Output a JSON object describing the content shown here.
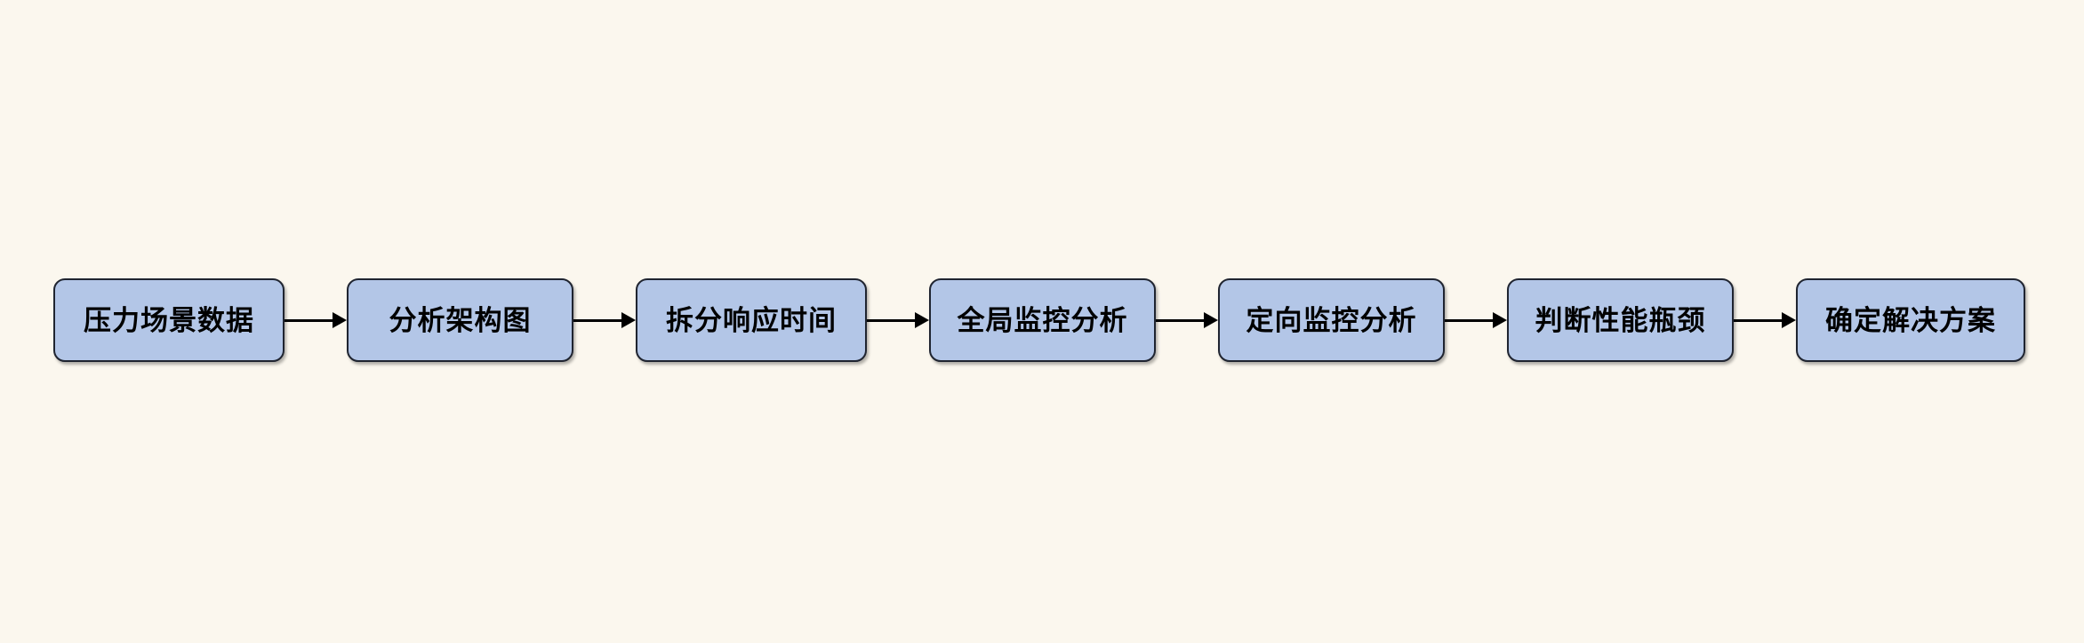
{
  "diagram": {
    "type": "flowchart-horizontal",
    "title": "",
    "background_color": "#fbf7ee",
    "node_fill_color": "#b3c6e7",
    "node_border_color": "#1f2430",
    "text_color": "#000000",
    "arrow_color": "#000000",
    "direction": "left-to-right",
    "nodes": [
      {
        "id": "n1",
        "label": "压力场景数据",
        "width_class": "node-w260"
      },
      {
        "id": "n2",
        "label": "分析架构图",
        "width_class": "node-w255"
      },
      {
        "id": "n3",
        "label": "拆分响应时间",
        "width_class": "node-w260"
      },
      {
        "id": "n4",
        "label": "全局监控分析",
        "width_class": "node-w255"
      },
      {
        "id": "n5",
        "label": "定向监控分析",
        "width_class": "node-w255"
      },
      {
        "id": "n6",
        "label": "判断性能瓶颈",
        "width_class": "node-w255"
      },
      {
        "id": "n7",
        "label": "确定解决方案",
        "width_class": "node-w258"
      }
    ],
    "edges": [
      {
        "from": "n1",
        "to": "n2",
        "label": "",
        "arrow": "arrow-right-icon"
      },
      {
        "from": "n2",
        "to": "n3",
        "label": "",
        "arrow": "arrow-right-icon"
      },
      {
        "from": "n3",
        "to": "n4",
        "label": "",
        "arrow": "arrow-right-icon"
      },
      {
        "from": "n4",
        "to": "n5",
        "label": "",
        "arrow": "arrow-right-icon"
      },
      {
        "from": "n5",
        "to": "n6",
        "label": "",
        "arrow": "arrow-right-icon"
      },
      {
        "from": "n6",
        "to": "n7",
        "label": "",
        "arrow": "arrow-right-icon"
      }
    ]
  }
}
